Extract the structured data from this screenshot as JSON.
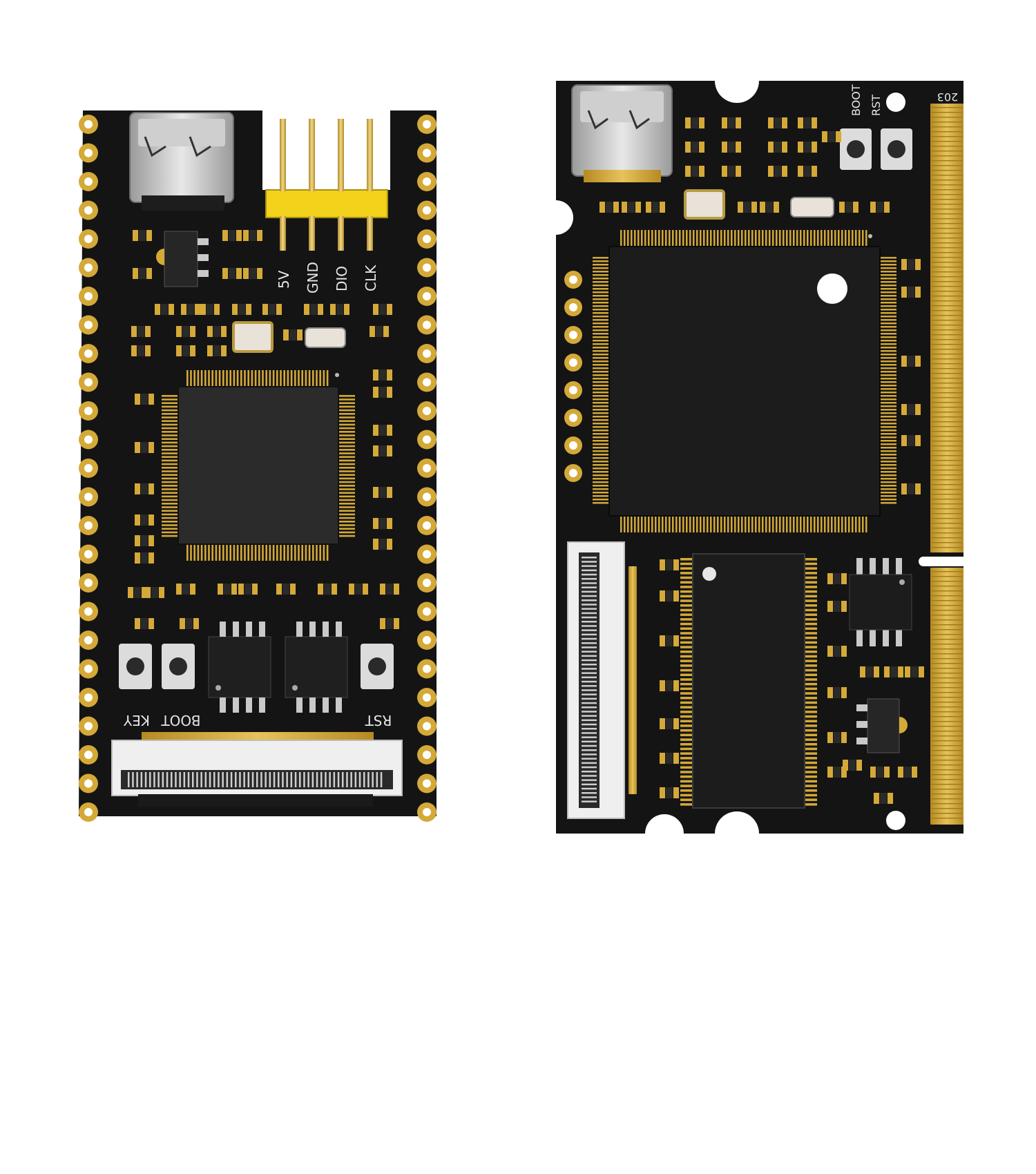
{
  "boards": {
    "left": {
      "header_pin_labels": [
        "5V",
        "GND",
        "DIO",
        "CLK"
      ],
      "button_labels": [
        "KEY",
        "BOOT",
        "RST"
      ]
    },
    "right": {
      "button_labels": [
        "BOOT",
        "RST"
      ],
      "edge_label": "203"
    }
  },
  "colors": {
    "pcb": "#141414",
    "gold": "#d4a938",
    "chip": "#2b2b2b",
    "silk": "#e6e6e6",
    "header_plastic": "#f2d21b"
  }
}
